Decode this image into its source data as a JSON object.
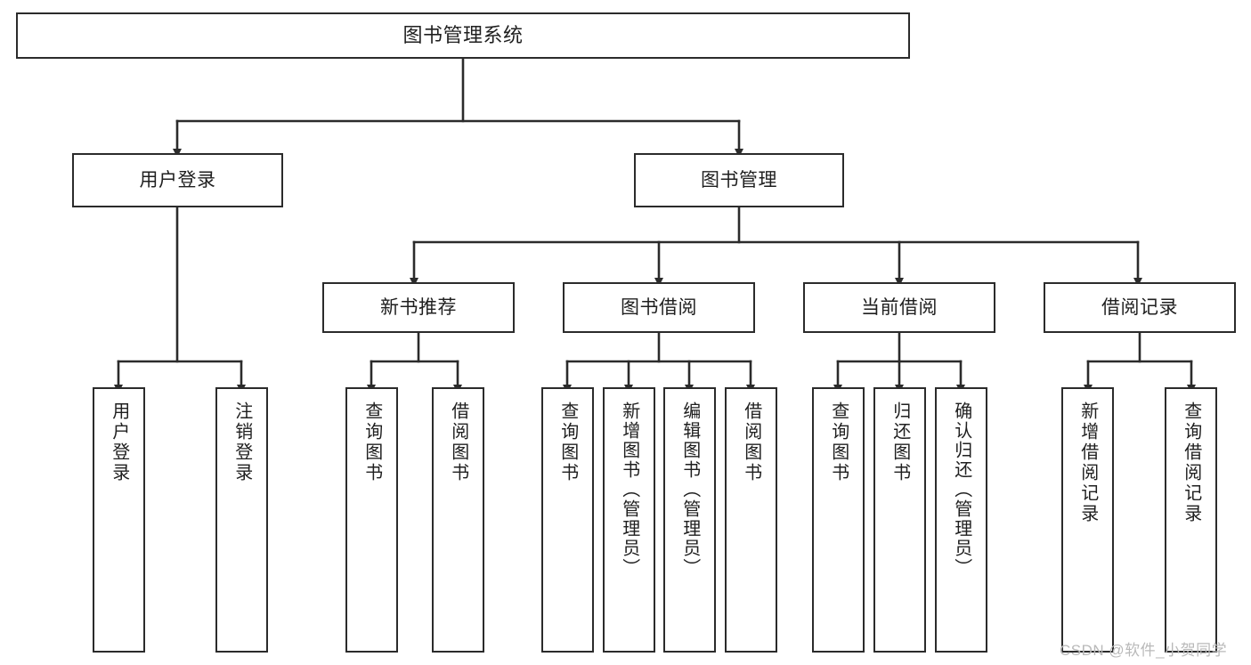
{
  "diagram": {
    "title": "图书管理系统",
    "type": "hierarchy-tree",
    "root": {
      "id": "root",
      "label": "图书管理系统"
    },
    "level2": [
      {
        "id": "user-login",
        "label": "用户登录"
      },
      {
        "id": "book-manage",
        "label": "图书管理"
      }
    ],
    "level3": [
      {
        "id": "new-book-recommend",
        "label": "新书推荐",
        "parent": "book-manage"
      },
      {
        "id": "book-borrow",
        "label": "图书借阅",
        "parent": "book-manage"
      },
      {
        "id": "current-borrow",
        "label": "当前借阅",
        "parent": "book-manage"
      },
      {
        "id": "borrow-record",
        "label": "借阅记录",
        "parent": "book-manage"
      }
    ],
    "leaves": {
      "user-login": [
        {
          "id": "leaf-user-login",
          "label": "用户登录"
        },
        {
          "id": "leaf-user-logout",
          "label": "注销登录"
        }
      ],
      "new-book-recommend": [
        {
          "id": "leaf-query-book-1",
          "label": "查询图书"
        },
        {
          "id": "leaf-borrow-book-1",
          "label": "借阅图书"
        }
      ],
      "book-borrow": [
        {
          "id": "leaf-query-book-2",
          "label": "查询图书"
        },
        {
          "id": "leaf-add-book",
          "label": "新增图书（管理员）"
        },
        {
          "id": "leaf-edit-book",
          "label": "编辑图书（管理员）"
        },
        {
          "id": "leaf-borrow-book-2",
          "label": "借阅图书"
        }
      ],
      "current-borrow": [
        {
          "id": "leaf-query-book-3",
          "label": "查询图书"
        },
        {
          "id": "leaf-return-book",
          "label": "归还图书"
        },
        {
          "id": "leaf-confirm-return",
          "label": "确认归还（管理员）"
        }
      ],
      "borrow-record": [
        {
          "id": "leaf-add-record",
          "label": "新增借阅记录"
        },
        {
          "id": "leaf-query-record",
          "label": "查询借阅记录"
        }
      ]
    }
  },
  "watermark": {
    "text": "CSDN @软件_小贺同学"
  },
  "colors": {
    "stroke": "#2b2b2b",
    "box_fill": "#ffffff",
    "text": "#1f1f1f",
    "watermark": "#b9b9b9",
    "background": "#ffffff"
  }
}
